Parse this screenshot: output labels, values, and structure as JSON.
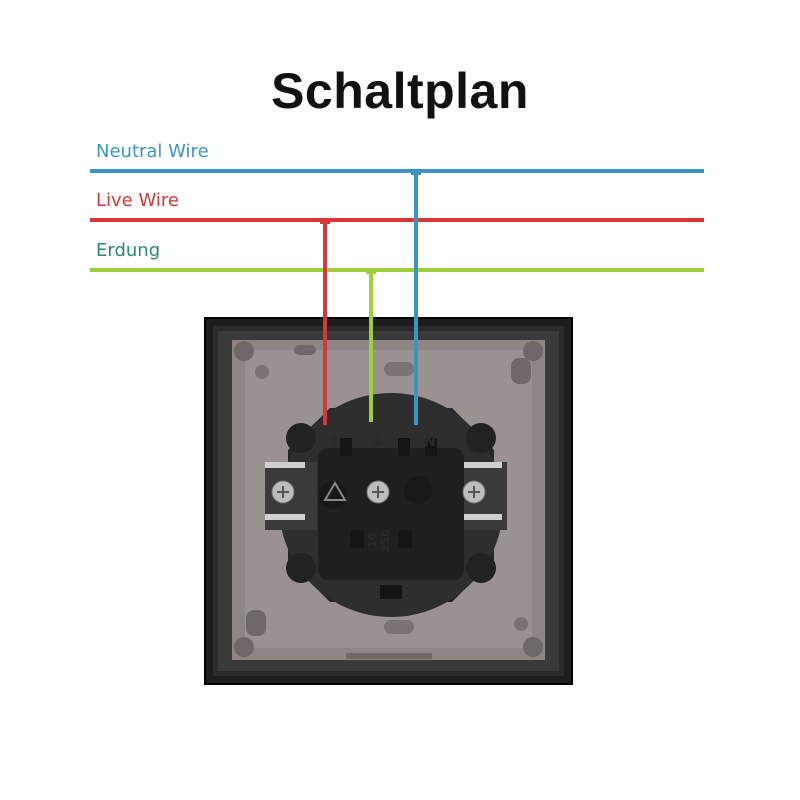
{
  "title": "Schaltplan",
  "wires": {
    "neutral": {
      "label": "Neutral Wire",
      "color": "#3d93c6"
    },
    "live": {
      "label": "Live Wire",
      "color": "#d9363a"
    },
    "earth": {
      "label": "Erdung",
      "color": "#9ccf3a",
      "label_color": "#2a8a6a"
    }
  },
  "socket": {
    "terminals": {
      "live": "L",
      "earth": "⏚",
      "neutral": "N"
    },
    "rating_amps": "16",
    "rating_volts": "250"
  }
}
